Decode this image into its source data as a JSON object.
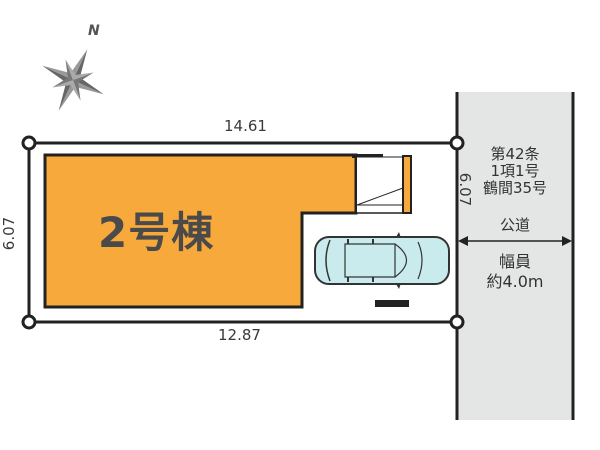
{
  "compass": {
    "label": "N"
  },
  "lot": {
    "top_length": "14.61",
    "bottom_length": "12.87",
    "left_depth": "6.07",
    "right_depth": "6.07"
  },
  "building": {
    "label": "2号棟",
    "color": "#F7A93B"
  },
  "road": {
    "law_line1": "第42条",
    "law_line2": "1項1号",
    "law_line3": "鶴間35号",
    "type": "公道",
    "width_label": "幅員",
    "width_value": "約4.0m",
    "color": "#E4E5E5"
  },
  "parking": {
    "car_color": "#C9EBED"
  }
}
